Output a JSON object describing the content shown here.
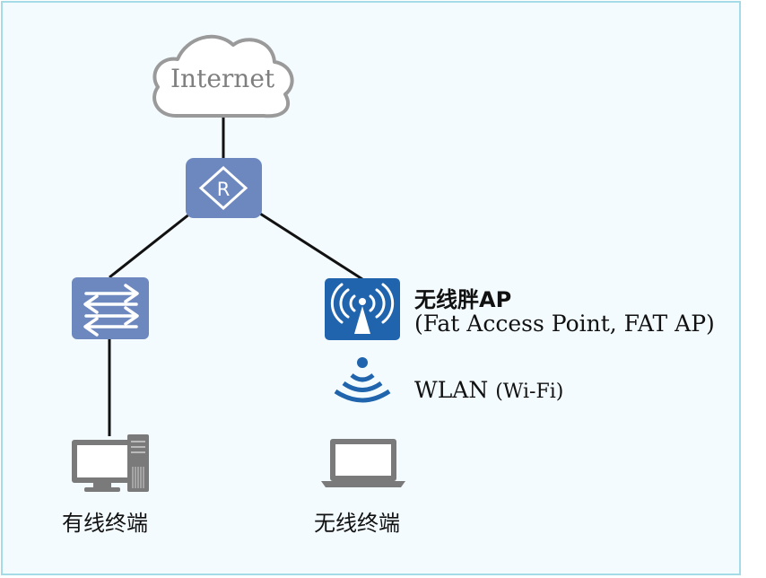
{
  "cloud_label": "Internet",
  "fat_ap": {
    "title": "无线胖AP",
    "subtitle": "(Fat Access Point, FAT AP)"
  },
  "wlan": {
    "title": "WLAN",
    "suffix": "(Wi-Fi)"
  },
  "wired_terminal": "有线终端",
  "wireless_terminal": "无线终端",
  "router_letter": "R",
  "colors": {
    "device_blue": "#6d87bf",
    "ap_blue": "#1f64ad",
    "terminal_gray": "#7a7a7a",
    "frame_border": "#a4dbe6",
    "background": "#f3fbfe"
  }
}
